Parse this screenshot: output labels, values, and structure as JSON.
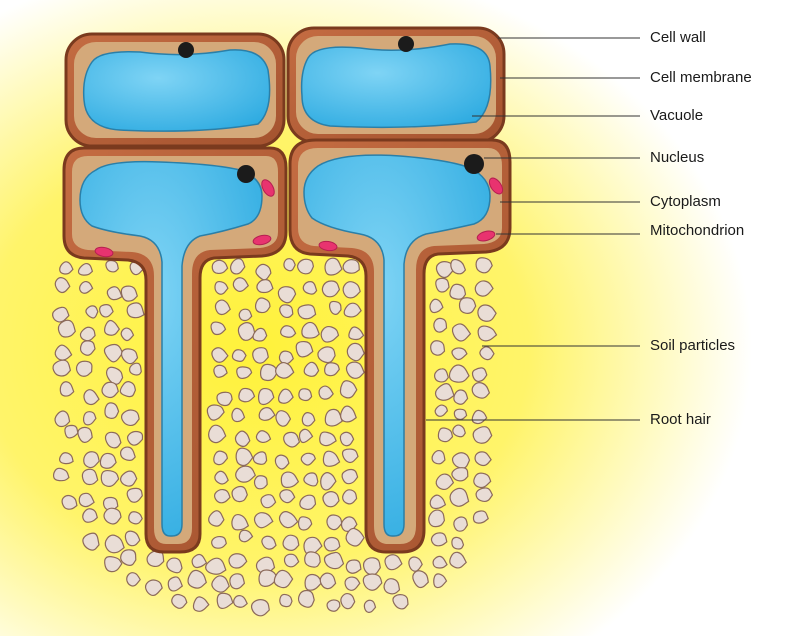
{
  "labels": {
    "cell_wall": "Cell wall",
    "cell_membrane": "Cell membrane",
    "vacuole": "Vacuole",
    "nucleus": "Nucleus",
    "cytoplasm": "Cytoplasm",
    "mitochondrion": "Mitochondrion",
    "soil_particles": "Soil particles",
    "root_hair": "Root hair"
  },
  "colors": {
    "background_glow": "#fff23a",
    "background_edge": "#ffffff",
    "cell_wall": "#b5603a",
    "cell_wall_dark": "#7a3a1e",
    "cytoplasm": "#d4a97a",
    "vacuole": "#2fb3e6",
    "vacuole_light": "#7fd4f5",
    "nucleus": "#1b1b1b",
    "mitochondrion": "#e8336f",
    "soil_particle": "#e9ddd6",
    "soil_particle_edge": "#8c6a5a",
    "leader_line": "#333333"
  }
}
